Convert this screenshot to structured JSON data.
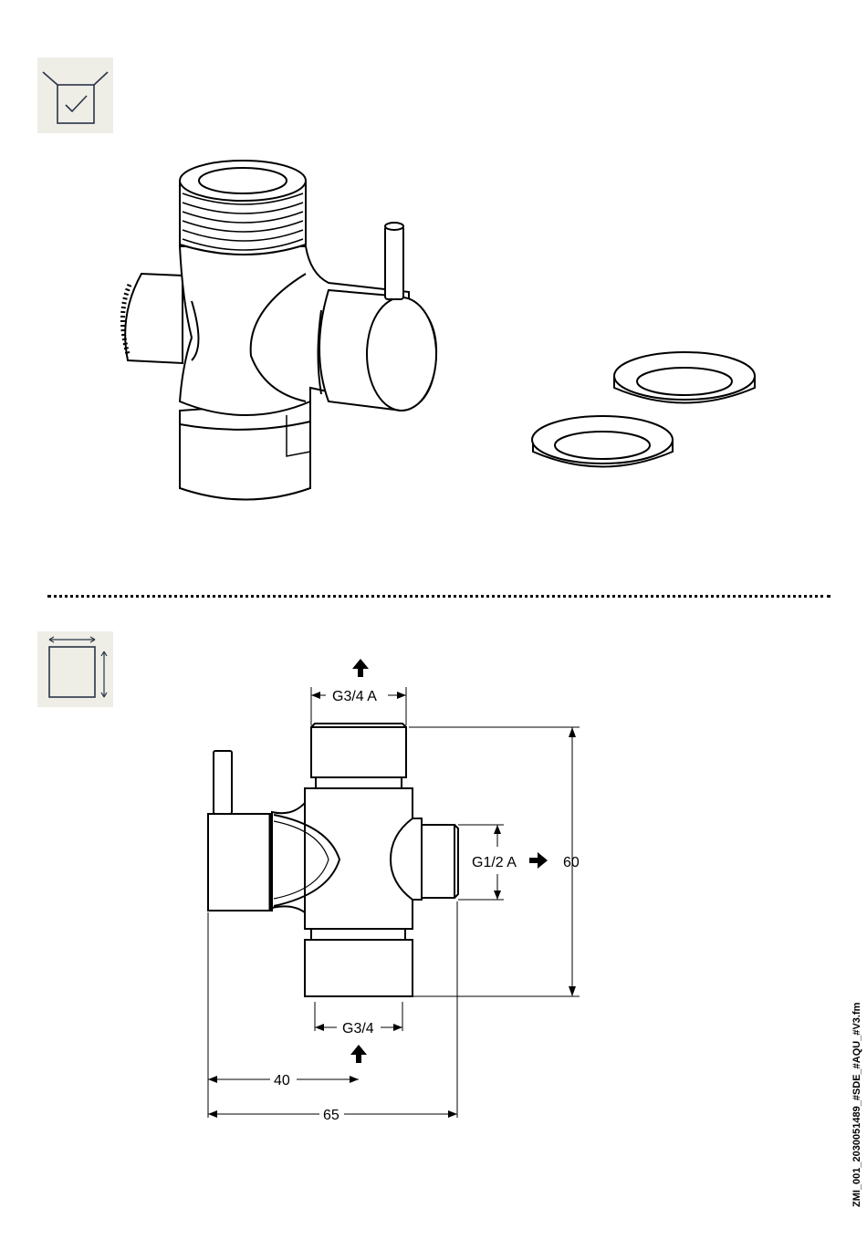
{
  "icons": {
    "scope": "scope-of-delivery-icon",
    "dimensions": "dimensions-icon"
  },
  "dimensions": {
    "top_thread": "G3/4 A",
    "side_thread": "G1/2 A",
    "bottom_thread": "G3/4",
    "height": "60",
    "width_to_center": "40",
    "overall_width": "65"
  },
  "file_reference": "ZMI_001_2030051489_#SDE_#AQU_#V3.fm"
}
